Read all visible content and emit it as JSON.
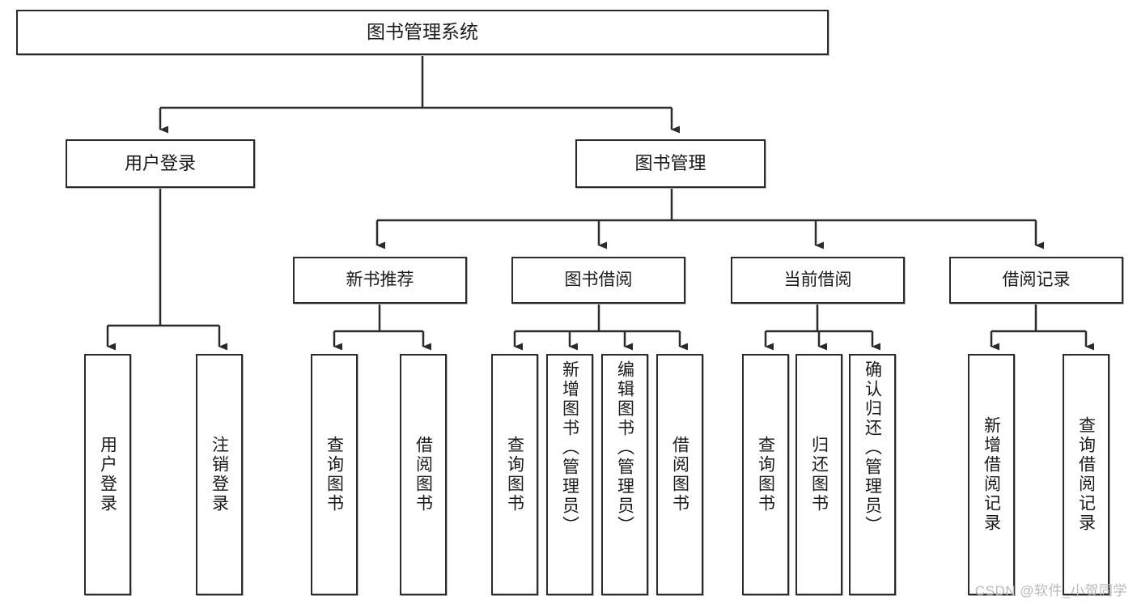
{
  "diagram": {
    "title": "图书管理系统",
    "type": "tree-hierarchy-diagram",
    "watermark": "CSDN @软件_小贺同学",
    "colors": {
      "node_border": "#2b2b2b",
      "node_fill": "#ffffff",
      "edge": "#2b2b2b",
      "text": "#1a1a1a",
      "watermark": "#b9b9b9",
      "background": "#ffffff"
    }
  },
  "root": {
    "label": "图书管理系统"
  },
  "level2": [
    {
      "label": "用户登录"
    },
    {
      "label": "图书管理"
    }
  ],
  "level3": [
    {
      "label": "新书推荐"
    },
    {
      "label": "图书借阅"
    },
    {
      "label": "当前借阅"
    },
    {
      "label": "借阅记录"
    }
  ],
  "leaves": {
    "user_login": [
      {
        "label": "用户登录"
      },
      {
        "label": "注销登录"
      }
    ],
    "new_book_recommend": [
      {
        "label": "查询图书"
      },
      {
        "label": "借阅图书"
      }
    ],
    "book_borrow": [
      {
        "label": "查询图书"
      },
      {
        "label": "新增图书（管理员）"
      },
      {
        "label": "编辑图书（管理员）"
      },
      {
        "label": "借阅图书"
      }
    ],
    "current_borrow": [
      {
        "label": "查询图书"
      },
      {
        "label": "归还图书"
      },
      {
        "label": "确认归还（管理员）"
      }
    ],
    "borrow_record": [
      {
        "label": "新增借阅记录"
      },
      {
        "label": "查询借阅记录"
      }
    ]
  }
}
